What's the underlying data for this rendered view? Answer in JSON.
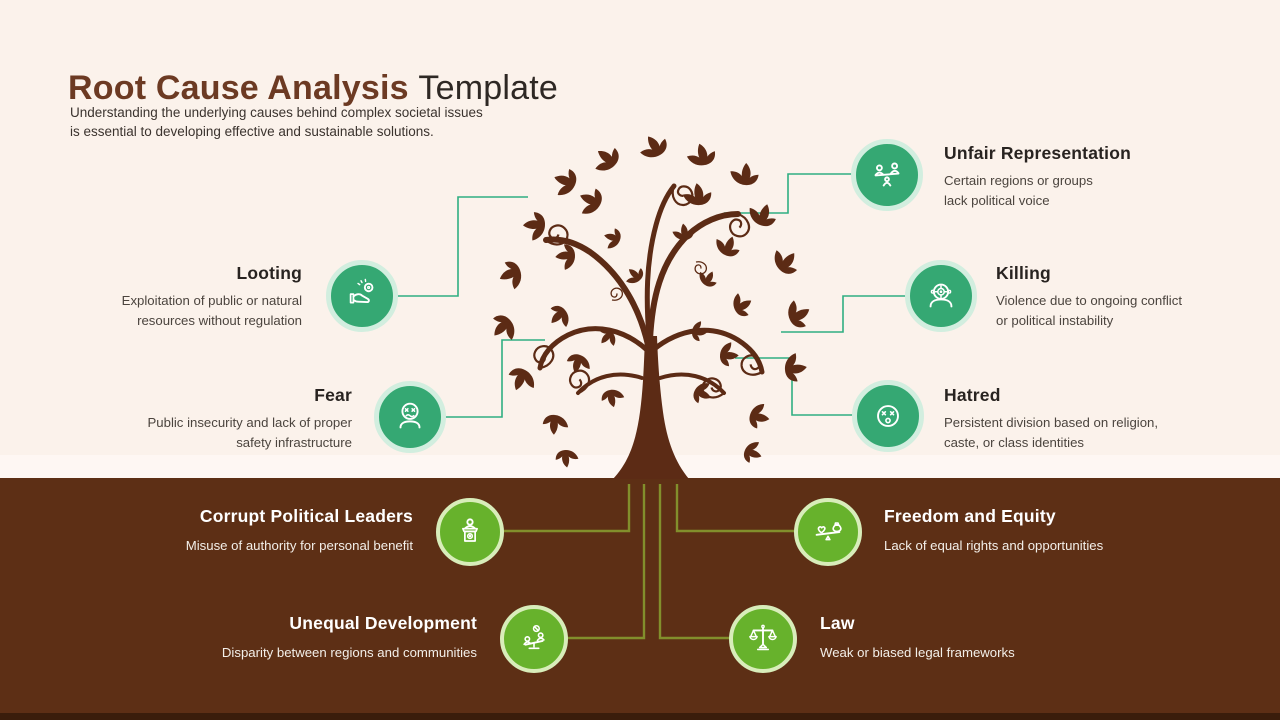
{
  "title": {
    "highlight": "Root Cause Analysis",
    "rest": "Template"
  },
  "subtitle": {
    "line1": "Understanding the underlying causes behind complex societal issues",
    "line2": "is essential to developing effective and sustainable solutions."
  },
  "colors": {
    "background_cream": "#FBF2EB",
    "soil_brown": "#5D2F15",
    "soil_dark_strip": "#3A1D0B",
    "tree_brown": "#5C2B15",
    "title_brown": "#6C3A23",
    "branch_icon_green": "#35A873",
    "branch_icon_ring": "#D2EEDF",
    "branch_connector_green": "#2FAE82",
    "root_icon_green": "#67B22C",
    "root_icon_ring": "#D8EDBA",
    "root_connector_olive": "#828F2C"
  },
  "branches": [
    {
      "id": "unfair-representation",
      "title": "Unfair Representation",
      "desc1": "Certain regions or groups",
      "desc2": "lack political voice",
      "icon": "people-balance-icon"
    },
    {
      "id": "looting",
      "title": "Looting",
      "desc1": "Exploitation of public or natural",
      "desc2": "resources without regulation",
      "icon": "hand-coin-icon"
    },
    {
      "id": "killing",
      "title": "Killing",
      "desc1": "Violence due to ongoing conflict",
      "desc2": "or political instability",
      "icon": "target-head-icon"
    },
    {
      "id": "fear",
      "title": "Fear",
      "desc1": "Public insecurity and lack of proper",
      "desc2": "safety infrastructure",
      "icon": "scared-face-icon"
    },
    {
      "id": "hatred",
      "title": "Hatred",
      "desc1": "Persistent division based on religion,",
      "desc2": "caste, or class identities",
      "icon": "dizzy-face-icon"
    }
  ],
  "roots": [
    {
      "id": "corrupt-political-leaders",
      "title": "Corrupt Political Leaders",
      "desc": "Misuse of authority for personal benefit",
      "icon": "podium-speaker-icon"
    },
    {
      "id": "freedom-and-equity",
      "title": "Freedom and Equity",
      "desc": "Lack of equal rights and opportunities",
      "icon": "heart-money-balance-icon"
    },
    {
      "id": "unequal-development",
      "title": "Unequal Development",
      "desc": "Disparity between regions and communities",
      "icon": "people-seesaw-icon"
    },
    {
      "id": "law",
      "title": "Law",
      "desc": "Weak or biased legal frameworks",
      "icon": "justice-scale-icon"
    }
  ]
}
